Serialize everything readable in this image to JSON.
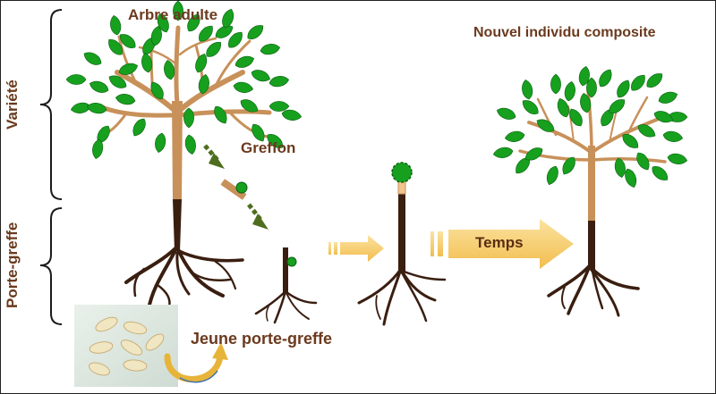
{
  "labels": {
    "mature_tree": "Arbre adulte",
    "scion": "Greffon",
    "composite": "Nouvel individu composite",
    "young_rootstock": "Jeune porte-greffe",
    "time": "Temps",
    "variety": "Variété",
    "rootstock": "Porte-greffe"
  },
  "colors": {
    "label_brown": "#6b3a1e",
    "leaf_green": "#16a01e",
    "branch_tan": "#c8915a",
    "root_brown": "#3a1e10",
    "arrow_yellow": "#f7cf6e",
    "arrow_green": "#4e6e1e",
    "background": "#ffffff"
  }
}
